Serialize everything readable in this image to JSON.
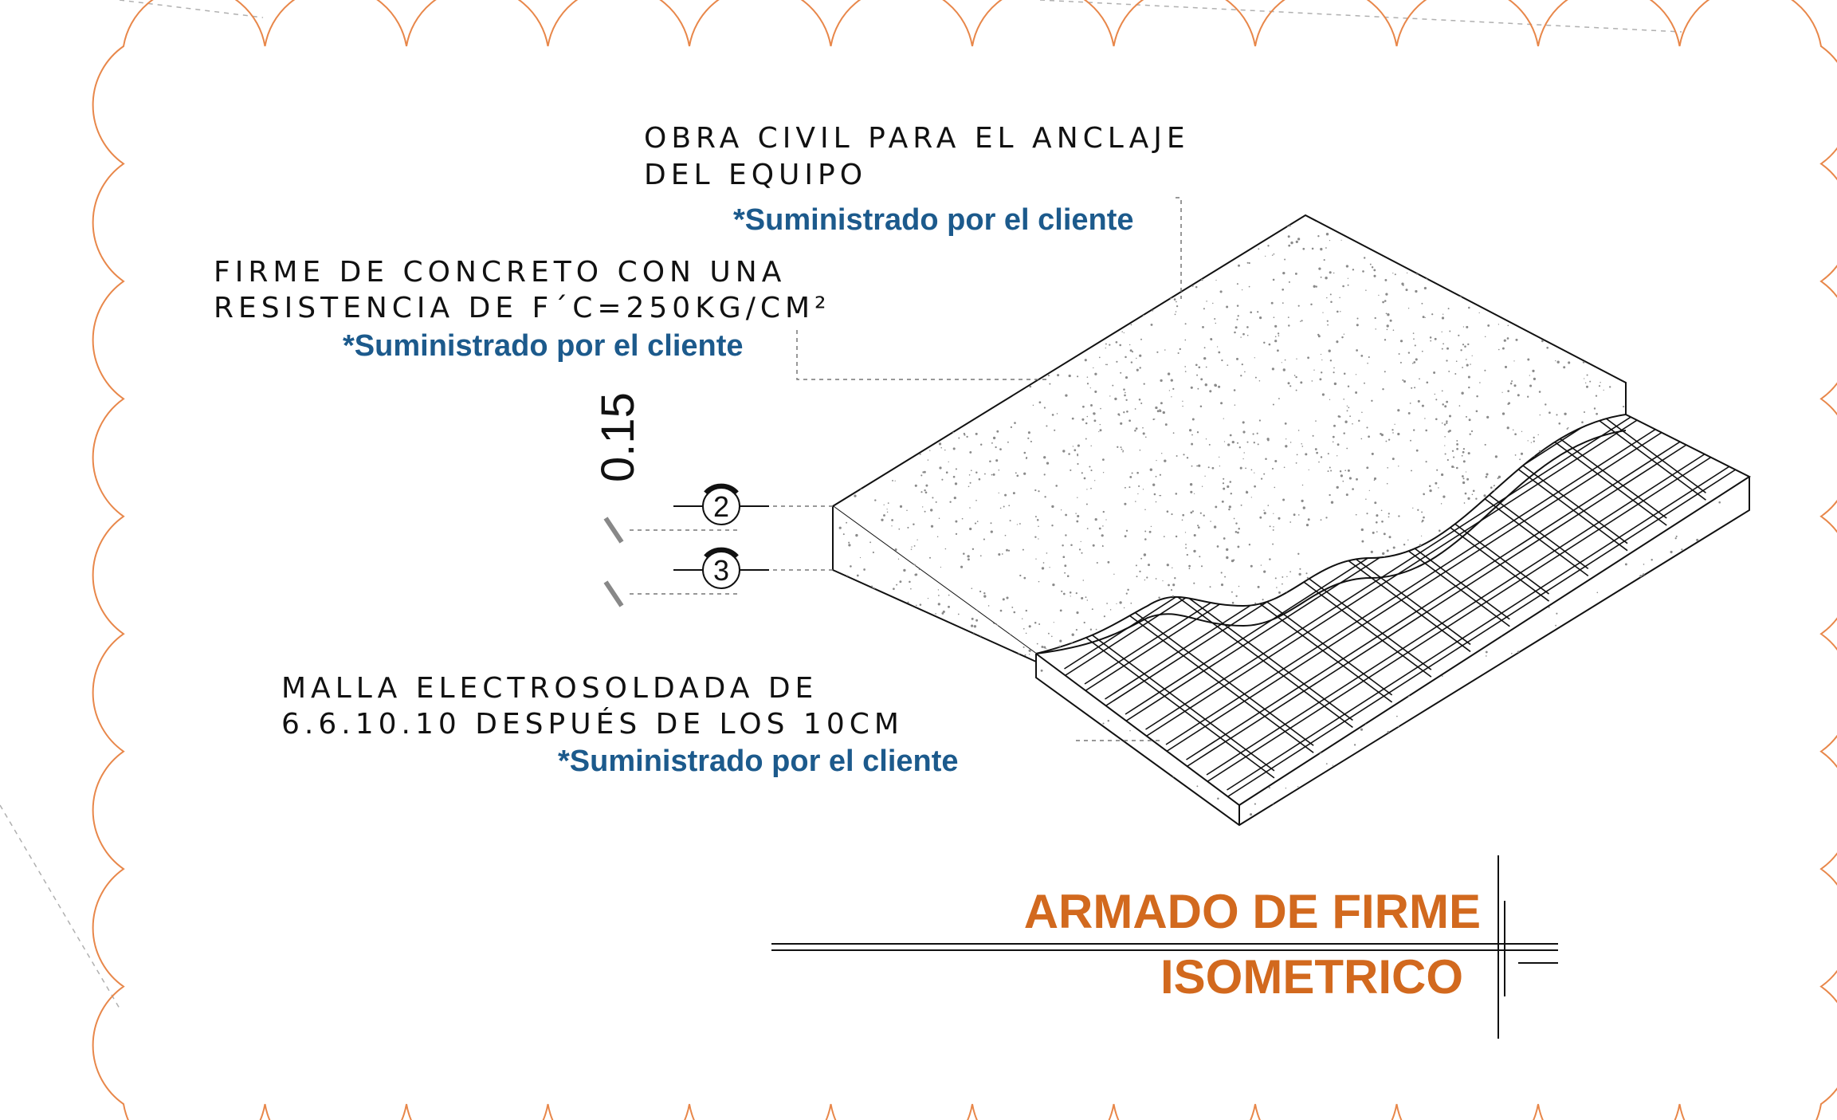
{
  "labels": {
    "anclaje": {
      "line1": "OBRA CIVIL PARA EL ANCLAJE",
      "line2": "DEL EQUIPO",
      "note": "*Suministrado por el cliente"
    },
    "firme": {
      "line1": "FIRME DE CONCRETO CON UNA",
      "line2": "RESISTENCIA DE F´C=250KG/CM²",
      "note": "*Suministrado por el cliente"
    },
    "malla": {
      "line1": "MALLA ELECTROSOLDADA DE",
      "line2": "6.6.10.10 DESPUÉS DE LOS 10CM",
      "note": "*Suministrado por el cliente"
    }
  },
  "dimension": "0.15",
  "markers": [
    "2",
    "3"
  ],
  "title": {
    "line1": "ARMADO DE FIRME",
    "line2": "ISOMETRICO"
  },
  "colors": {
    "cloud": "#e8874a",
    "title": "#d2691e",
    "note": "#1c5a8c",
    "line": "#111111",
    "guide": "#9a9a9a"
  }
}
